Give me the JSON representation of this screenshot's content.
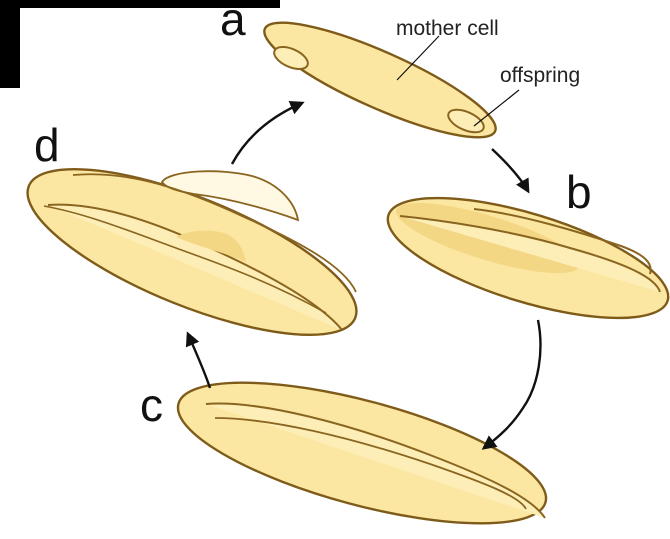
{
  "stages": {
    "a": "a",
    "b": "b",
    "c": "c",
    "d": "d"
  },
  "callouts": {
    "mother_cell": "mother cell",
    "offspring": "offspring"
  },
  "colors": {
    "cell_fill": "#fbe7a1",
    "cell_outline": "#7f5b1a",
    "offspring_fill": "#fdeeb7",
    "arrow": "#111111",
    "corner_block": "#000000"
  }
}
